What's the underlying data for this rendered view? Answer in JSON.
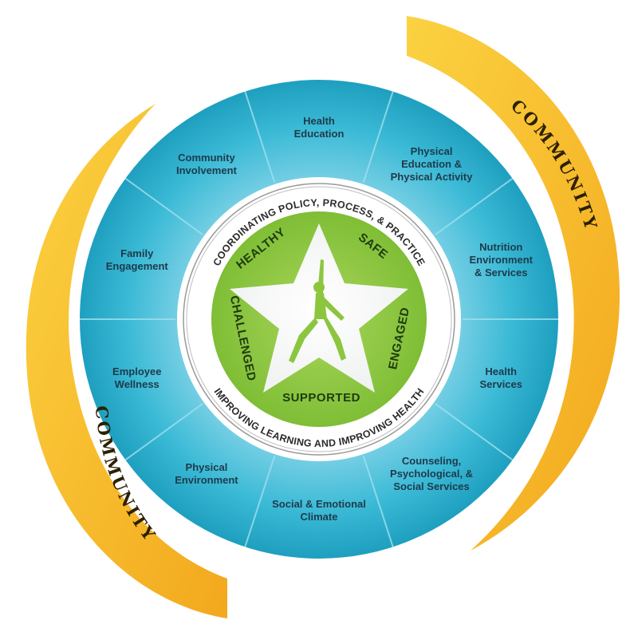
{
  "community": {
    "top": "COMMUNITY",
    "bottom": "COMMUNITY"
  },
  "segments": [
    {
      "lines": [
        "Health",
        "Education"
      ]
    },
    {
      "lines": [
        "Physical",
        "Education &",
        "Physical Activity"
      ]
    },
    {
      "lines": [
        "Nutrition",
        "Environment",
        "& Services"
      ]
    },
    {
      "lines": [
        "Health",
        "Services"
      ]
    },
    {
      "lines": [
        "Counseling,",
        "Psychological, &",
        "Social Services"
      ]
    },
    {
      "lines": [
        "Social & Emotional",
        "Climate"
      ]
    },
    {
      "lines": [
        "Physical",
        "Environment"
      ]
    },
    {
      "lines": [
        "Employee",
        "Wellness"
      ]
    },
    {
      "lines": [
        "Family",
        "Engagement"
      ]
    },
    {
      "lines": [
        "Community",
        "Involvement"
      ]
    }
  ],
  "ring_text": {
    "top": "COORDINATING POLICY, PROCESS, & PRACTICE",
    "bottom": "IMPROVING LEARNING AND IMPROVING HEALTH"
  },
  "star_words": {
    "healthy": "HEALTHY",
    "safe": "SAFE",
    "engaged": "ENGAGED",
    "supported": "SUPPORTED",
    "challenged": "CHALLENGED"
  },
  "colors": {
    "community_band": "#f6b824",
    "ring_blue": "#36b7d3",
    "star_green": "#8cc63f"
  }
}
